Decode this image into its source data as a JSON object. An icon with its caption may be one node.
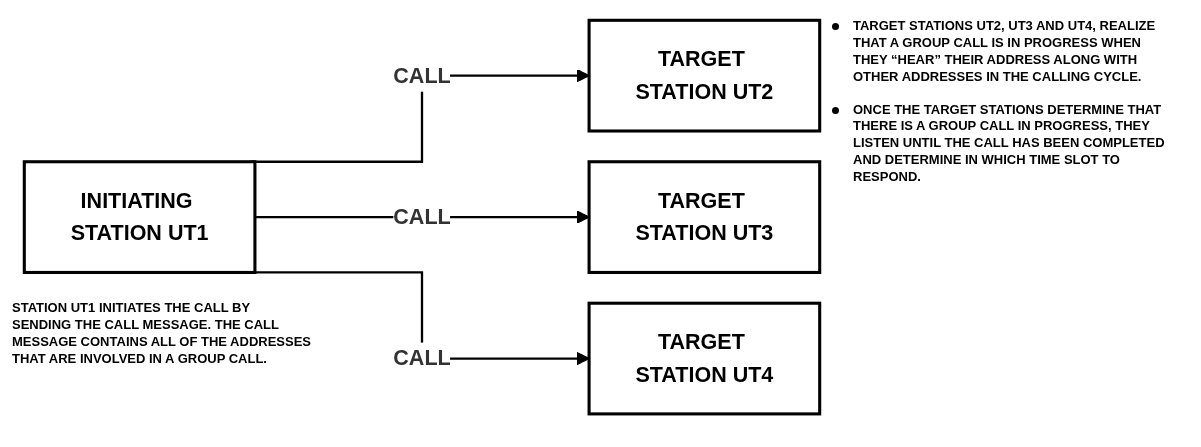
{
  "diagram": {
    "nodes": [
      {
        "text": [
          "INITIATING STATION UT1"
        ]
      },
      {
        "text": [
          "TARGET STATION UT2"
        ]
      },
      {
        "text": [
          "TARGET STATION UT3"
        ]
      },
      {
        "text": [
          "TARGET STATION UT4"
        ]
      }
    ],
    "edges": [
      {
        "from": 0,
        "to": 1,
        "arrow": "to",
        "label": "CALL"
      },
      {
        "from": 0,
        "to": 2,
        "arrow": "to",
        "label": "CALL"
      },
      {
        "from": 0,
        "to": 3,
        "arrow": "to",
        "label": "CALL"
      }
    ],
    "labels": [
      "STATION UT1 INITIATES THE CALL BY SENDING THE CALL MESSAGE. THE CALL MESSAGE CONTAINS ALL OF THE ADDRESSES THAT ARE INVOLVED IN A GROUP CALL.",
      "TARGET STATIONS UT2, UT3 AND UT4, REALIZE THAT A GROUP CALL IS IN PROGRESS WHEN THEY “HEAR” THEIR ADDRESS ALONG WITH OTHER ADDRESSES IN THE CALLING CYCLE.",
      "ONCE THE TARGET STATIONS DETERMINE THAT THERE IS A GROUP CALL IN PROGRESS, THEY LISTEN UNTIL THE CALL HAS BEEN COMPLETED AND DETERMINE IN WHICH TIME SLOT TO RESPOND."
    ]
  }
}
